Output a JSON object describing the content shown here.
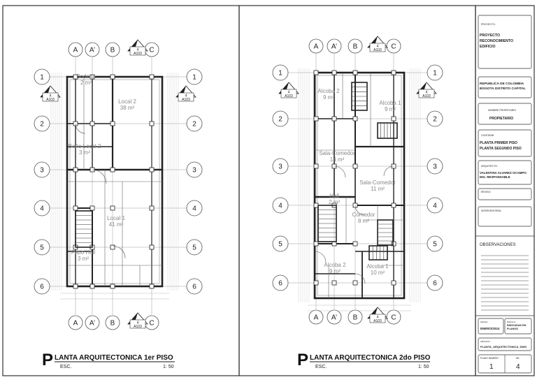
{
  "columns": [
    "A",
    "A’",
    "B",
    "C"
  ],
  "rows": [
    "1",
    "2",
    "3",
    "4",
    "5",
    "6"
  ],
  "section_marker": {
    "num": "4",
    "sheet": "A103"
  },
  "section_marker_ew": {
    "num": "4",
    "sheet": "A103"
  },
  "plan1": {
    "title_letter": "P",
    "title_rest": "LANTA ARQUITECTONICA  1er PISO",
    "scale_label": "ESC.",
    "scale_value": "1: 50",
    "rooms": [
      {
        "name": "Bodega",
        "area": "2 m²"
      },
      {
        "name": "Local 2",
        "area": "38 m²"
      },
      {
        "name": "Baño Local 2",
        "area": "3 m²"
      },
      {
        "name": "Local 1",
        "area": "41 m²"
      },
      {
        "name": "Patio Hall",
        "area": "3 m²"
      }
    ]
  },
  "plan2": {
    "title_letter": "P",
    "title_rest": "LANTA ARQUITECTONICA  2do PISO",
    "scale_label": "ESC.",
    "scale_value": "1: 50",
    "rooms": [
      {
        "name": "Alcoba 2",
        "area": "9 m²"
      },
      {
        "name": "Alcoba 1",
        "area": "9 m²"
      },
      {
        "name": "Sala-Comedor",
        "area": "14 m²"
      },
      {
        "name": "Sala-Comedor",
        "area": "11 m²"
      },
      {
        "name": "Hall",
        "area": "2 m²"
      },
      {
        "name": "Comedor",
        "area": "8 m²"
      },
      {
        "name": "Alcoba 2",
        "area": "9 m²"
      },
      {
        "name": "Alcoba 1",
        "area": "10 m²"
      }
    ]
  },
  "title_block": {
    "project_label": "PROYECTO:",
    "project_value": "PROYECTO RECONOCIMIENTO EDIFICIO",
    "location_value": "REPUBLICA DE COLOMBIA BOGOTA DISTRITO CAPITAL",
    "owner_label": "NOMBRE PROPIETARIO",
    "owner_value": "PROPIETARIO",
    "content_label": "CONTIENE:",
    "content_value": "PLANTA PRIMER PISO PLANTA SEGUNDO PISO",
    "architect_label": "ARQUITECTO:",
    "architect_value": "VALENTINA ALVAREZ OCAMPO ING. RESPONSABLE",
    "review_label": "REVISO:",
    "interventor_label": "INTERVENTORIA:",
    "observations_label": "OBSERVACIONES",
    "date_label": "FECHA:",
    "date_value": "ENERO/2024",
    "scale_label": "ESCALA:",
    "scale_value": "INDICADAS EN PLANOS",
    "file_label": "ARCHIVO:",
    "file_value": "PLANTA_ARQUITECTONICA_DWG",
    "sheet_label": "PLANO NUMERO",
    "sheet_value": "1",
    "of_label": "DE:",
    "of_value": "4"
  }
}
